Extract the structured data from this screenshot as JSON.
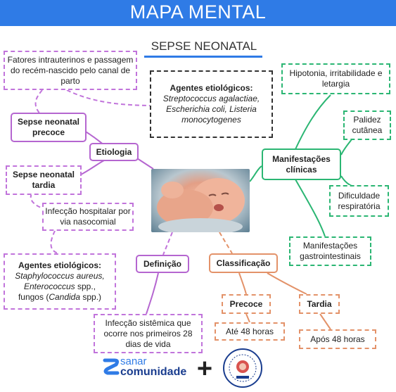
{
  "header": {
    "title": "MAPA MENTAL"
  },
  "main_title": "SEPSE NEONATAL",
  "nodes": {
    "fatores": "Fatores intrauterinos e passagem do recém-nascido pelo canal de parto",
    "agentes1_title": "Agentes etiológicos:",
    "agentes1_body": "Streptococcus agalactiae, Escherichia coli, Listeria monocytogenes",
    "precoce_left": "Sepse neonatal precoce",
    "etiologia": "Etiologia",
    "tardia_left": "Sepse neonatal tardia",
    "infeccao_hospitalar": "Infecção hospitalar por via nasocomial",
    "agentes2_title": "Agentes etiológicos:",
    "agentes2_line1": "Staphylococcus aureus,",
    "agentes2_line2_italic": "Enterococcus",
    "agentes2_line2_rest": " spp.,",
    "agentes2_line3_pre": "fungos (",
    "agentes2_line3_italic": "Candida",
    "agentes2_line3_post": " spp.)",
    "definicao": "Definição",
    "definicao_text": "Infecção sistêmica que ocorre nos primeiros 28 dias de vida",
    "classificacao": "Classificação",
    "precoce": "Precoce",
    "tardia": "Tardia",
    "ate48": "Até 48 horas",
    "apos48": "Após 48 horas",
    "manifestacoes": "Manifestações clínicas",
    "hipotonia": "Hipotonia, irritabilidade e letargia",
    "palidez": "Palidez cutânea",
    "dificuldade": "Dificuldade respiratória",
    "gastro": "Manifestações gastrointestinais"
  },
  "footer": {
    "brand_top": "sanar",
    "brand_bottom": "comunidade"
  },
  "colors": {
    "blue": "#2f7be6",
    "purple": "#b566d0",
    "green": "#2bb673",
    "orange": "#e39269",
    "black": "#333333"
  }
}
